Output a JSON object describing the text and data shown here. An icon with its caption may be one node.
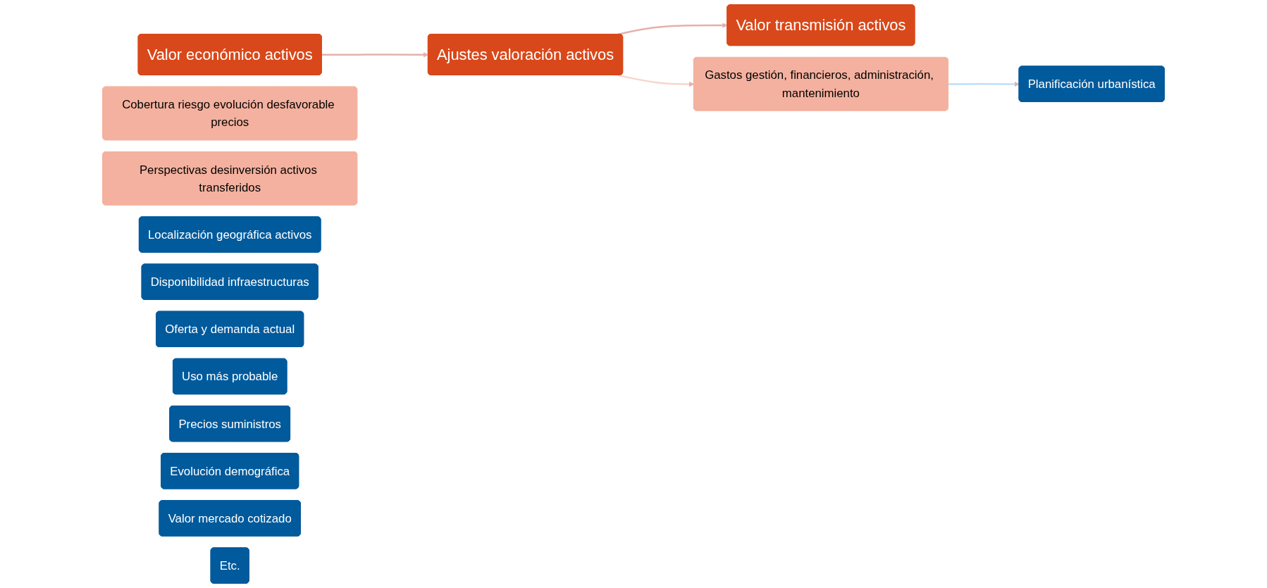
{
  "diagram": {
    "nodes": [
      {
        "text": [
          "Valor económico activos"
        ]
      },
      {
        "text": [
          "Ajustes valoración activos"
        ]
      },
      {
        "text": [
          "Valor transmisión activos"
        ]
      },
      {
        "text": [
          "Cobertura riesgo evolución desfavorable precios"
        ]
      },
      {
        "text": [
          "Gastos gestión, financieros, administración, mantenimiento"
        ]
      },
      {
        "text": [
          "Perspectivas desinversión activos transferidos"
        ]
      },
      {
        "text": [
          "Localización geográfica activos"
        ]
      },
      {
        "text": [
          "Disponibilidad infraestructuras"
        ]
      },
      {
        "text": [
          "Oferta y demanda actual"
        ]
      },
      {
        "text": [
          "Uso más probable"
        ]
      },
      {
        "text": [
          "Planificación urbanística"
        ]
      },
      {
        "text": [
          "Precios suministros"
        ]
      },
      {
        "text": [
          "Evolución demográfica"
        ]
      },
      {
        "text": [
          "Valor mercado cotizado"
        ]
      },
      {
        "text": [
          "Etc."
        ]
      }
    ],
    "edges": [
      {
        "from": 0,
        "to": 1,
        "arrow": "to"
      },
      {
        "from": 1,
        "to": 2,
        "arrow": "to"
      },
      {
        "from": 1,
        "to": 4,
        "arrow": "to",
        "color": "#f8d5cc"
      },
      {
        "from": 4,
        "to": 10,
        "arrow": "to",
        "color": "#bde0fb"
      }
    ]
  }
}
